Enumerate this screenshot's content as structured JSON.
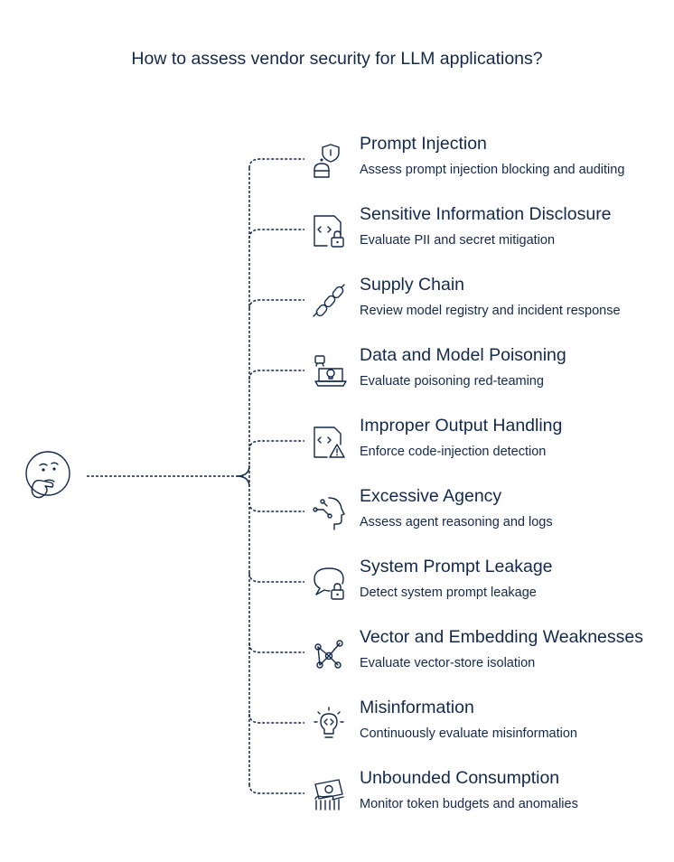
{
  "title": "How to assess vendor security for LLM applications?",
  "colors": {
    "ink": "#13294b",
    "background": "#ffffff"
  },
  "root_icon": "thinking-face-icon",
  "items": [
    {
      "title": "Prompt Injection",
      "desc": "Assess prompt injection blocking and auditing",
      "icon": "robot-shield-icon"
    },
    {
      "title": "Sensitive Information Disclosure",
      "desc": "Evaluate PII and secret mitigation",
      "icon": "code-file-lock-icon"
    },
    {
      "title": "Supply Chain",
      "desc": "Review model registry and incident response",
      "icon": "chain-links-icon"
    },
    {
      "title": "Data and Model Poisoning",
      "desc": "Evaluate poisoning red-teaming",
      "icon": "laptop-skull-icon"
    },
    {
      "title": "Improper Output Handling",
      "desc": "Enforce code-injection detection",
      "icon": "code-file-warning-icon"
    },
    {
      "title": "Excessive Agency",
      "desc": "Assess agent reasoning and logs",
      "icon": "head-circuit-icon"
    },
    {
      "title": "System Prompt Leakage",
      "desc": "Detect system prompt leakage",
      "icon": "chat-bubble-lock-icon"
    },
    {
      "title": "Vector and Embedding Weaknesses",
      "desc": "Evaluate vector-store isolation",
      "icon": "network-nodes-icon"
    },
    {
      "title": "Misinformation",
      "desc": "Continuously evaluate misinformation",
      "icon": "lightbulb-code-icon"
    },
    {
      "title": "Unbounded Consumption",
      "desc": "Monitor token budgets and anomalies",
      "icon": "hand-money-icon"
    }
  ]
}
